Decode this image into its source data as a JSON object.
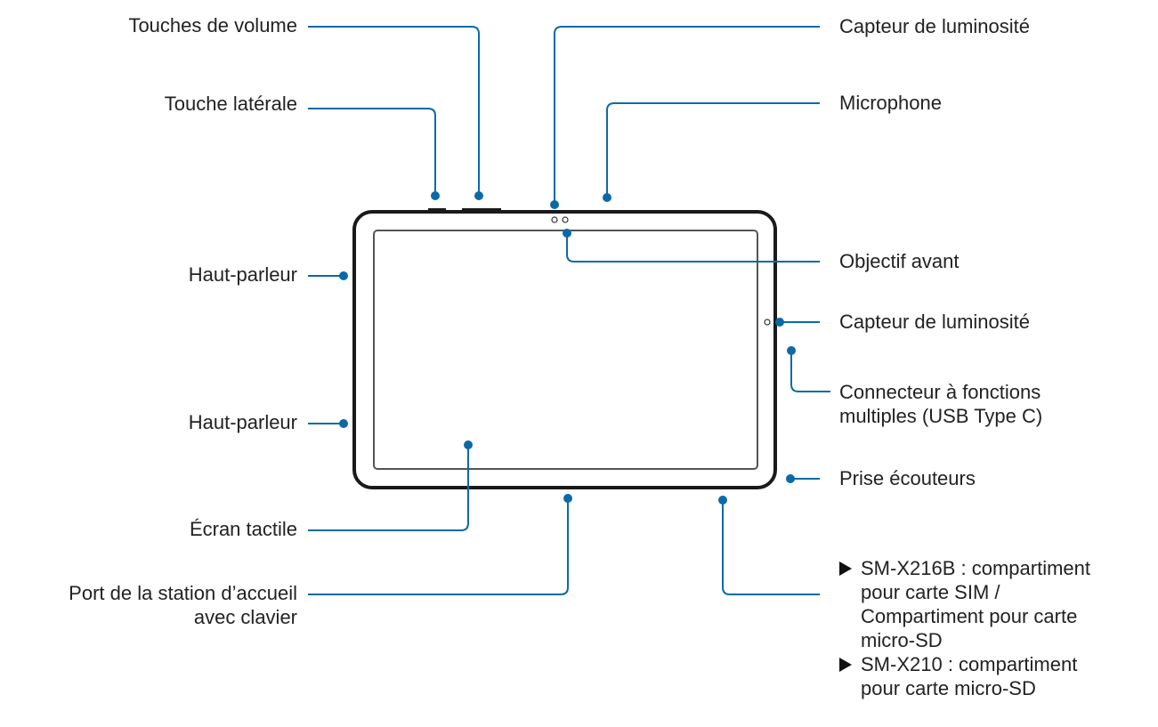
{
  "colors": {
    "leader": "#0a6aa8",
    "device": "#1a1a1a",
    "text": "#222222"
  },
  "labels": {
    "volume_keys": "Touches de volume",
    "side_key": "Touche latérale",
    "speaker_top": "Haut-parleur",
    "speaker_bottom": "Haut-parleur",
    "touchscreen": "Écran tactile",
    "keyboard_dock_port_line1": "Port de la station d’accueil",
    "keyboard_dock_port_line2": "avec clavier",
    "light_sensor_top": "Capteur de luminosité",
    "microphone": "Microphone",
    "front_camera": "Objectif avant",
    "light_sensor_side": "Capteur de luminosité",
    "usb_connector_line1": "Connecteur à fonctions",
    "usb_connector_line2": "multiples (USB Type C)",
    "earphone_jack": "Prise écouteurs",
    "tray_models": [
      "SM-X216B : compartiment\npour carte SIM /\nCompartiment pour carte\nmicro-SD",
      "SM-X210 : compartiment\npour carte micro-SD"
    ]
  }
}
